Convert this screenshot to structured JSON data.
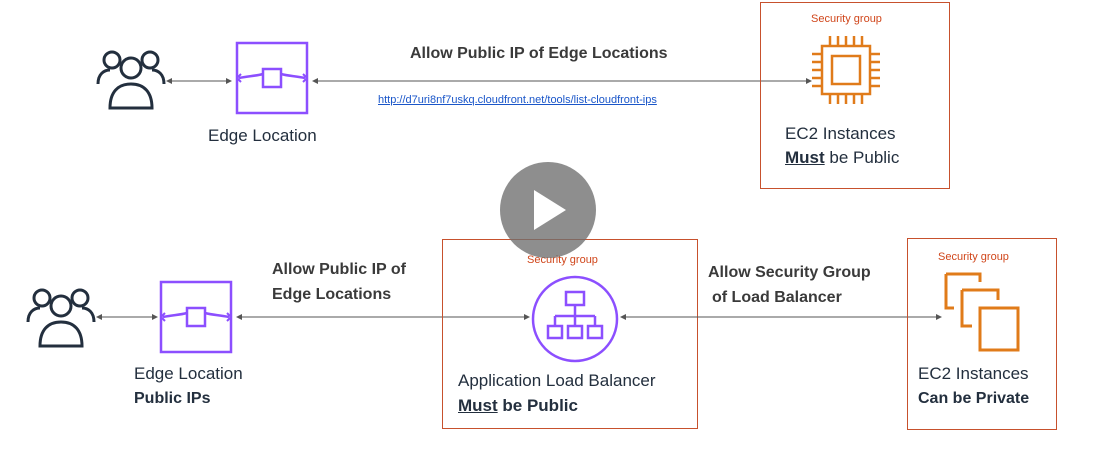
{
  "top_row": {
    "heading": "Allow Public IP of Edge Locations",
    "link": "http://d7uri8nf7uskq.cloudfront.net/tools/list-cloudfront-ips",
    "edge_label": "Edge Location",
    "sg_label": "Security group",
    "ec2_line1": "EC2 Instances",
    "ec2_must": "Must",
    "ec2_rest": " be Public"
  },
  "bottom_row": {
    "heading_line1": "Allow Public IP of",
    "heading_line2": "Edge Locations",
    "edge_line1": "Edge Location",
    "edge_line2": "Public IPs",
    "alb_sg_label": "Security group",
    "alb_line1": "Application Load Balancer",
    "alb_must": "Must",
    "alb_rest": " be Public",
    "sg_heading_line1": "Allow Security Group",
    "sg_heading_line2": "of Load Balancer",
    "ec2_sg_label": "Security group",
    "ec2_line1": "EC2 Instances",
    "ec2_line2": "Can be Private"
  },
  "icons": {
    "users": "users-icon",
    "edge": "edge-location-icon",
    "ec2": "ec2-chip-icon",
    "alb": "load-balancer-icon",
    "ec2_stack": "ec2-instances-icon",
    "play": "play-icon"
  },
  "colors": {
    "purple": "#8c4fff",
    "orange": "#e07b1a",
    "security_group_border": "#c7512d",
    "security_group_text": "#d0461b",
    "link": "#1a56c9"
  }
}
